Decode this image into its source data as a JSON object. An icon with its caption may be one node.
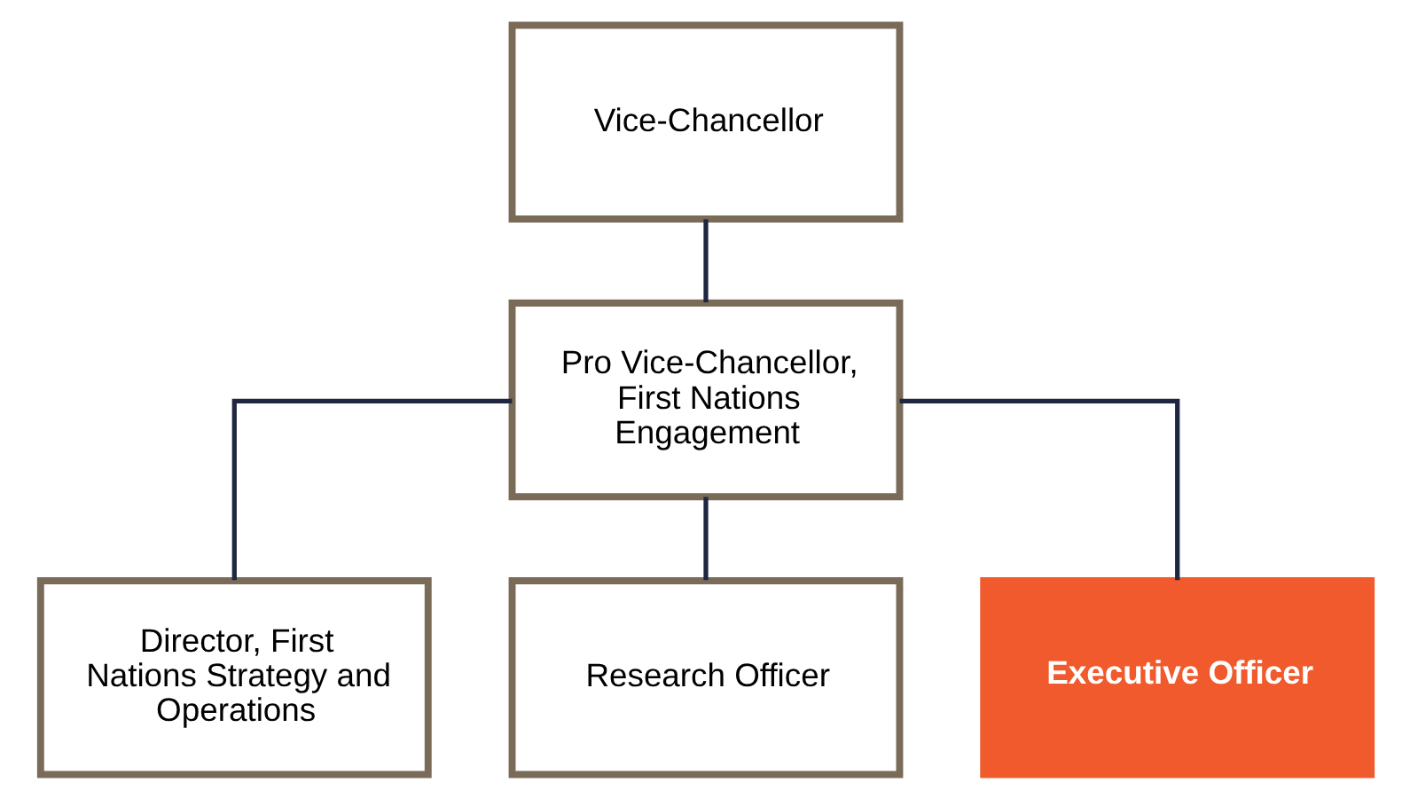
{
  "diagram": {
    "nodes": [
      {
        "text": [
          "Vice-Chancellor"
        ]
      },
      {
        "text": [
          "Pro Vice-Chancellor, First Nations Engagement"
        ]
      },
      {
        "text": [
          "Director, First Nations Strategy and Operations"
        ]
      },
      {
        "text": [
          "Research Officer"
        ]
      },
      {
        "text": [
          "Executive Officer"
        ]
      }
    ],
    "edges": [
      {
        "from": 0,
        "to": 1,
        "arrow": "none"
      },
      {
        "from": 1,
        "to": 2,
        "arrow": "none"
      },
      {
        "from": 1,
        "to": 3,
        "arrow": "none"
      },
      {
        "from": 1,
        "to": 4,
        "arrow": "none"
      }
    ]
  }
}
